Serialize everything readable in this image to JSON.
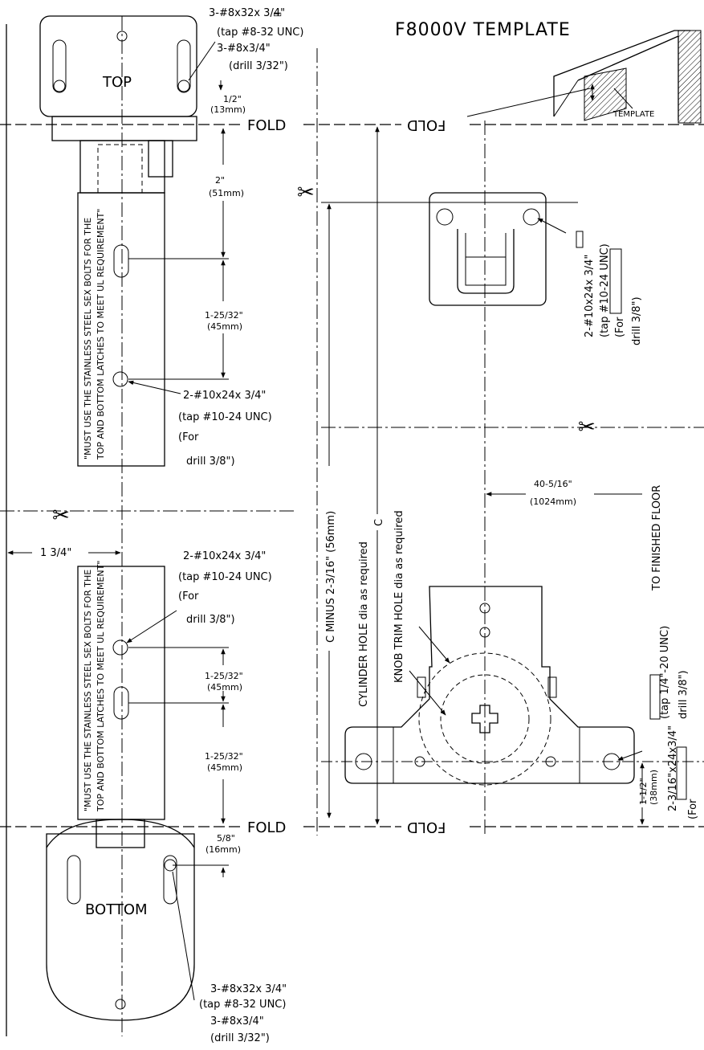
{
  "title": "F8000V TEMPLATE",
  "fold_label": "FOLD",
  "fold_label_mirrored": "FOLD",
  "template_label": "TEMPLATE",
  "top_plate": {
    "label": "TOP",
    "screw1": "3-#8x32x 3/4\"",
    "tap1": "(tap #8-32 UNC)",
    "screw2": "3-#8x3/4\"",
    "drill1": "(drill 3/32\")",
    "dim_in": "1/2\"",
    "dim_mm": "(13mm)"
  },
  "bottom_plate": {
    "label": "BOTTOM",
    "dim_in": "5/8\"",
    "dim_mm": "(16mm)",
    "screw1": "3-#8x32x 3/4\"",
    "tap1": "(tap #8-32 UNC)",
    "screw2": "3-#8x3/4\"",
    "drill1": "(drill 3/32\")"
  },
  "upper_latch": {
    "note_line1": "\"MUST USE THE STAINLESS STEEL SEX BOLTS FOR THE",
    "note_line2": "TOP AND BOTTOM LATCHES TO MEET UL REQUIREMENT\"",
    "dim1_in": "2\"",
    "dim1_mm": "(51mm)",
    "dim2_in": "1-25/32\"",
    "dim2_mm": "(45mm)",
    "screw": "2-#10x24x 3/4\"",
    "tap": "(tap #10-24 UNC)",
    "for": "(For",
    "drill": "drill 3/8\")"
  },
  "lower_latch": {
    "note_line1": "\"MUST USE THE STAINLESS STEEL SEX BOLTS FOR THE",
    "note_line2": "TOP AND BOTTOM LATCHES TO MEET UL REQUIREMENT\"",
    "screw": "2-#10x24x 3/4\"",
    "tap": "(tap #10-24 UNC)",
    "for": "(For",
    "drill": "drill 3/8\")",
    "dim1_in": "1-25/32\"",
    "dim1_mm": "(45mm)",
    "dim2_in": "1-25/32\"",
    "dim2_mm": "(45mm)"
  },
  "edge_dim": "1 3/4\"",
  "c_minus": "C MINUS 2-3/16\" (56mm)",
  "c_label": "C",
  "cylinder_hole": "CYLINDER HOLE dia as required",
  "knob_hole": "KNOB TRIM HOLE dia as required",
  "strike": {
    "screw": "2-#10x24x 3/4\"",
    "tap": "(tap #10-24 UNC)",
    "for": "(For",
    "drill": "drill 3/8\")"
  },
  "floor_dim_in": "40-5/16\"",
  "floor_dim_mm": "(1024mm)",
  "to_floor": "TO FINISHED FLOOR",
  "base_screw": "2-3/16\"x24x3/4\"",
  "base_tap": "(tap 1/4\"-20 UNC)",
  "base_drill": "drill 3/8\")",
  "base_for": "(For",
  "bottom_dim_in": "1-1/2\"",
  "bottom_dim_mm": "(38mm)"
}
